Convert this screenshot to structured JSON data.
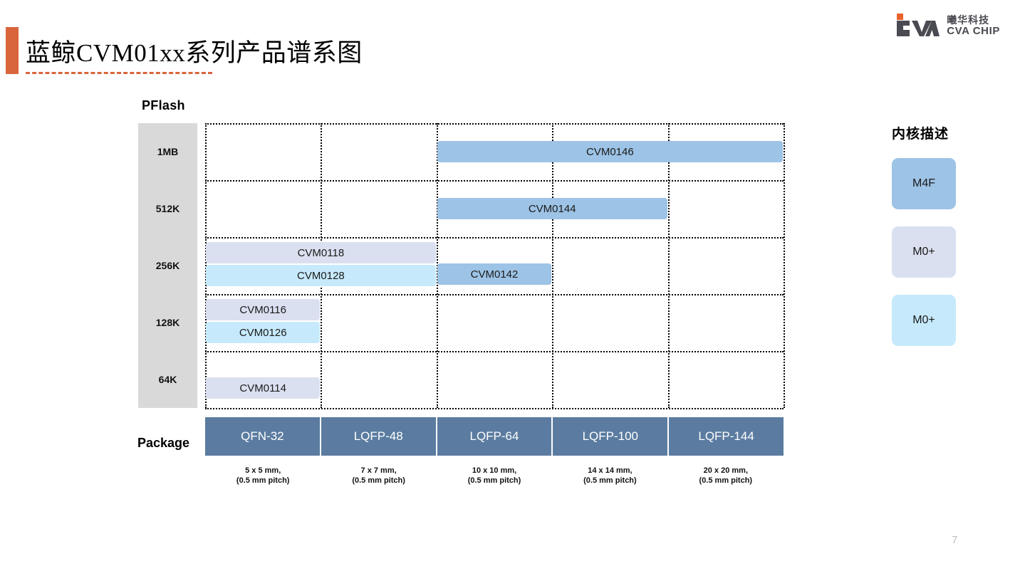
{
  "header": {
    "title": "蓝鲸CVM01xx系列产品谱系图",
    "accent_color": "#D9653B"
  },
  "logo": {
    "icon": "cva-logo-icon",
    "cn_name": "曦华科技",
    "en_name": "CVA CHIP",
    "mark_color": "#4A4A52",
    "accent_color": "#E8622C"
  },
  "chart_data": {
    "type": "table",
    "title": "蓝鲸CVM01xx系列产品谱系图",
    "xlabel": "Package",
    "ylabel": "PFlash",
    "grid": true,
    "legend_position": "right",
    "categories": [
      "QFN-32",
      "LQFP-48",
      "LQFP-64",
      "LQFP-100",
      "LQFP-144"
    ],
    "y_ticks": [
      "1MB",
      "512K",
      "256K",
      "128K",
      "64K"
    ],
    "package_dimensions": [
      "5 x 5 mm,\n(0.5 mm pitch)",
      "7 x 7 mm,\n(0.5 mm pitch)",
      "10 x 10 mm,\n(0.5 mm pitch)",
      "14 x 14 mm,\n(0.5 mm pitch)",
      "20 x 20 mm,\n(0.5 mm pitch)"
    ],
    "products": [
      {
        "name": "CVM0146",
        "flash": "1MB",
        "core": "M4F",
        "package_from": "LQFP-64",
        "package_to": "LQFP-144",
        "color": "#9DC3E6"
      },
      {
        "name": "CVM0144",
        "flash": "512K",
        "core": "M4F",
        "package_from": "LQFP-64",
        "package_to": "LQFP-100",
        "color": "#9DC3E6"
      },
      {
        "name": "CVM0118",
        "flash": "256K",
        "core": "M0+",
        "package_from": "QFN-32",
        "package_to": "LQFP-48",
        "color": "#DAE0F0"
      },
      {
        "name": "CVM0128",
        "flash": "256K",
        "core": "M0+",
        "package_from": "QFN-32",
        "package_to": "LQFP-48",
        "color": "#C6EAFB"
      },
      {
        "name": "CVM0142",
        "flash": "256K",
        "core": "M4F",
        "package_from": "LQFP-64",
        "package_to": "LQFP-64",
        "color": "#9DC3E6"
      },
      {
        "name": "CVM0116",
        "flash": "128K",
        "core": "M0+",
        "package_from": "QFN-32",
        "package_to": "QFN-32",
        "color": "#DAE0F0"
      },
      {
        "name": "CVM0126",
        "flash": "128K",
        "core": "M0+",
        "package_from": "QFN-32",
        "package_to": "QFN-32",
        "color": "#C6EAFB"
      },
      {
        "name": "CVM0114",
        "flash": "64K",
        "core": "M0+",
        "package_from": "QFN-32",
        "package_to": "QFN-32",
        "color": "#DAE0F0"
      }
    ]
  },
  "legend": {
    "title": "内核描述",
    "items": [
      {
        "label": "M4F",
        "color": "#9DC3E6"
      },
      {
        "label": "M0+",
        "color": "#DAE0F0"
      },
      {
        "label": "M0+",
        "color": "#C6EAFB"
      }
    ]
  },
  "footer": {
    "page_number": "7"
  }
}
